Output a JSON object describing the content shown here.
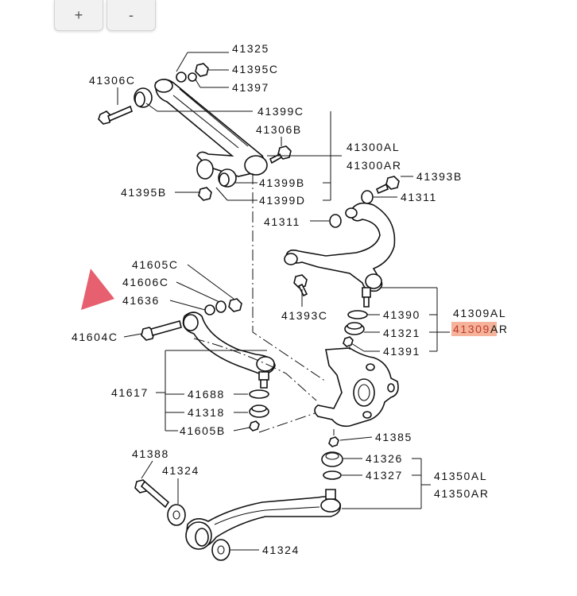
{
  "controls": {
    "zoom_in_label": "+",
    "zoom_out_label": "-"
  },
  "colors": {
    "highlight": "#f4b39a",
    "marker": "#e6606f"
  },
  "labels": {
    "p41325": "41325",
    "p41395C": "41395C",
    "p41397": "41397",
    "p41306C": "41306C",
    "p41399C": "41399C",
    "p41306B": "41306B",
    "p41300AL": "41300AL",
    "p41300AR": "41300AR",
    "p41399B": "41399B",
    "p41399D": "41399D",
    "p41395B": "41395B",
    "p41393B": "41393B",
    "p41311a": "41311",
    "p41311b": "41311",
    "p41393C": "41393C",
    "p41390": "41390",
    "p41321": "41321",
    "p41391": "41391",
    "p41309AL": "41309AL",
    "p41309AR_num": "41309",
    "p41309AR_suffix": "AR",
    "p41605C": "41605C",
    "p41606C": "41606C",
    "p41636": "41636",
    "p41604C": "41604C",
    "p41617": "41617",
    "p41688": "41688",
    "p41318": "41318",
    "p41605B": "41605B",
    "p41385": "41385",
    "p41326": "41326",
    "p41327": "41327",
    "p41350AL": "41350AL",
    "p41350AR": "41350AR",
    "p41388": "41388",
    "p41324a": "41324",
    "p41324b": "41324"
  }
}
